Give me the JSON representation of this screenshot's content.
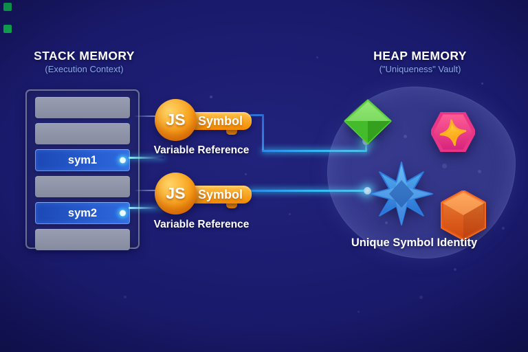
{
  "stack": {
    "title": "STACK MEMORY",
    "subtitle": "(Execution Context)",
    "rows": [
      {
        "type": "slot",
        "label": ""
      },
      {
        "type": "slot",
        "label": ""
      },
      {
        "type": "active",
        "label": "sym1"
      },
      {
        "type": "slot",
        "label": ""
      },
      {
        "type": "active",
        "label": "sym2"
      },
      {
        "type": "slot",
        "label": ""
      }
    ]
  },
  "keys": [
    {
      "head": "JS",
      "name": "Symbol",
      "caption": "Variable Reference"
    },
    {
      "head": "JS",
      "name": "Symbol",
      "caption": "Variable Reference"
    }
  ],
  "heap": {
    "title": "HEAP MEMORY",
    "subtitle": "(\"Uniqueness\" Vault)",
    "caption": "Unique Symbol Identity",
    "shapes": [
      {
        "icon": "green-diamond-icon",
        "color": "#4fc832"
      },
      {
        "icon": "magenta-hexagon-star-icon",
        "color": "#e8307e",
        "inner_color": "#ffb020"
      },
      {
        "icon": "blue-star-icon",
        "color": "#2f7fd6"
      },
      {
        "icon": "orange-hexagon-icon",
        "color": "#f2641f"
      }
    ]
  },
  "colors": {
    "background": "#1a1a6c",
    "accent_cyan": "#3ae2ff",
    "key_orange": "#f9a21b",
    "highlight_blue": "#2e6ae0",
    "slot_gray": "#8f94a9"
  }
}
